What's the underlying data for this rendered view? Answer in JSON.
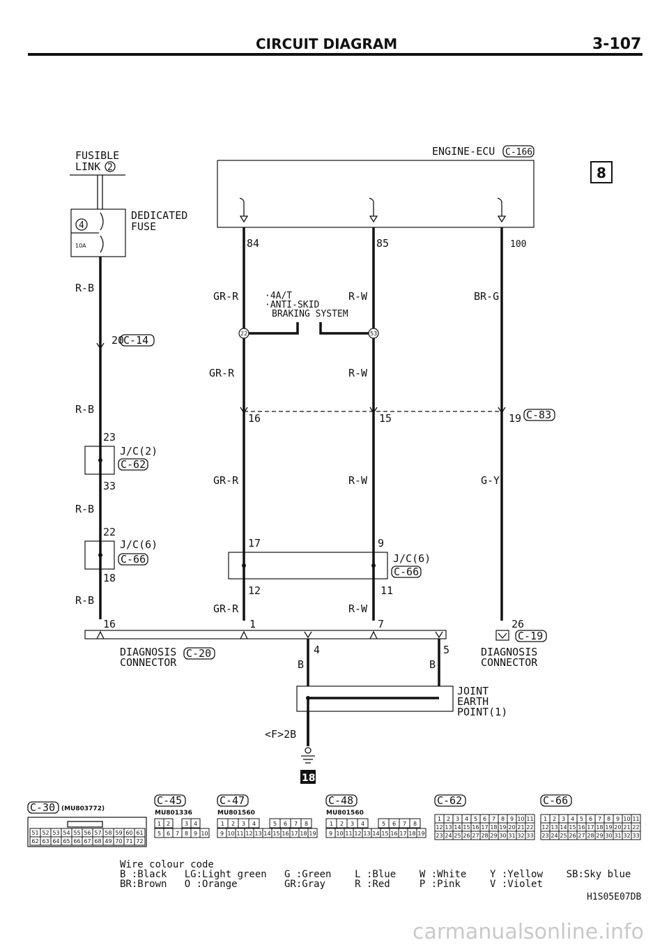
{
  "header": {
    "title": "CIRCUIT DIAGRAM",
    "page": "3-107"
  },
  "section_badge": "8",
  "fusible_link": {
    "line1": "FUSIBLE",
    "line2": "LINK",
    "num": "2"
  },
  "dedicated_fuse": {
    "line1": "DEDICATED",
    "line2": "FUSE",
    "num": "4",
    "rating": "10A"
  },
  "engine_ecu": {
    "label": "ENGINE-ECU",
    "conn": "C-166",
    "pins": [
      "84",
      "85",
      "100"
    ]
  },
  "abs_note": {
    "line1": "·4A/T",
    "line2": "·ANTI-SKID",
    "line3": "BRAKING SYSTEM",
    "left_node": "22",
    "right_node": "53"
  },
  "wires": {
    "rb": "R-B",
    "grr": "GR-R",
    "rw": "R-W",
    "brg": "BR-G",
    "gy": "G-Y",
    "b": "B"
  },
  "connectors": {
    "c14": {
      "pin": "20",
      "conn": "C-14"
    },
    "jc2": {
      "top": "23",
      "bottom": "33",
      "label": "J/C(2)",
      "conn": "C-62"
    },
    "jc6_left": {
      "top": "22",
      "bottom": "18",
      "label": "J/C(6)",
      "conn": "C-66"
    },
    "c83": {
      "pins": [
        "16",
        "15",
        "19"
      ],
      "conn": "C-83"
    },
    "jc6_mid": {
      "top_left": "17",
      "top_right": "9",
      "bottom_left": "12",
      "bottom_right": "11",
      "label": "J/C(6)",
      "conn": "C-66"
    },
    "diag_c20": {
      "pins": [
        "16",
        "1",
        "7",
        "4",
        "5"
      ],
      "line1": "DIAGNOSIS",
      "line2": "CONNECTOR",
      "conn": "C-20"
    },
    "diag_c19": {
      "pin": "26",
      "line1": "DIAGNOSIS",
      "line2": "CONNECTOR",
      "conn": "C-19"
    },
    "joint_earth": {
      "line1": "JOINT",
      "line2": "EARTH",
      "line3": "POINT(1)"
    },
    "ground": {
      "label": "<F>2B",
      "badge": "18"
    }
  },
  "connector_views": [
    {
      "id": "C-30",
      "part": "(MU803772)"
    },
    {
      "id": "C-45",
      "part": "MU801336"
    },
    {
      "id": "C-47",
      "part": "MU801560"
    },
    {
      "id": "C-48",
      "part": "MU801560"
    },
    {
      "id": "C-62",
      "part": ""
    },
    {
      "id": "C-66",
      "part": ""
    }
  ],
  "c30_pins": {
    "row1": [
      "51",
      "52",
      "53",
      "54",
      "55",
      "56",
      "57",
      "58",
      "59",
      "60",
      "61"
    ],
    "row2": [
      "62",
      "63",
      "64",
      "65",
      "66",
      "67",
      "68",
      "49",
      "70",
      "71",
      "72"
    ]
  },
  "c45_pins": {
    "row1": [
      "1",
      "2",
      "",
      "3",
      "4"
    ],
    "row2": [
      "5",
      "6",
      "7",
      "8",
      "9",
      "10"
    ]
  },
  "c47_pins": {
    "row1": [
      "1",
      "2",
      "3",
      "4",
      "",
      "5",
      "6",
      "7",
      "8"
    ],
    "row2": [
      "9",
      "10",
      "11",
      "12",
      "13",
      "14",
      "15",
      "16",
      "17",
      "18",
      "19"
    ]
  },
  "jc_pins": {
    "row1": [
      "1",
      "2",
      "3",
      "4",
      "5",
      "6",
      "7",
      "8",
      "9",
      "10",
      "11"
    ],
    "row2": [
      "12",
      "13",
      "14",
      "15",
      "16",
      "17",
      "18",
      "19",
      "20",
      "21",
      "22"
    ],
    "row3": [
      "23",
      "24",
      "25",
      "26",
      "27",
      "28",
      "29",
      "30",
      "31",
      "32",
      "33"
    ]
  },
  "colour_code": {
    "title": "Wire colour code",
    "row1": "B :Black   LG:Light green   G :Green    L :Blue    W :White    Y :Yellow    SB:Sky blue",
    "row2": "BR:Brown   O :Orange        GR:Gray     R :Red     P :Pink     V :Violet"
  },
  "figure_code": "H1S05E07DB",
  "watermark": "carmanualsonline.info"
}
